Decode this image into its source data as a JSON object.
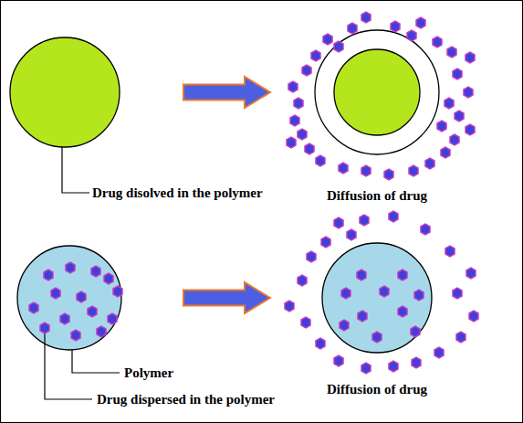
{
  "diagram": {
    "nodes": [
      {
        "text": [
          "Drug disolved in the polymer"
        ]
      },
      {
        "text": [
          "Diffusion of drug"
        ]
      },
      {
        "text": [
          "Polymer",
          "Drug dispersed in the polymer"
        ]
      },
      {
        "text": [
          "Diffusion of drug"
        ]
      }
    ],
    "edges": [
      {
        "from": 0,
        "to": 1,
        "arrow": "to"
      },
      {
        "from": 2,
        "to": 3,
        "arrow": "to"
      }
    ]
  }
}
